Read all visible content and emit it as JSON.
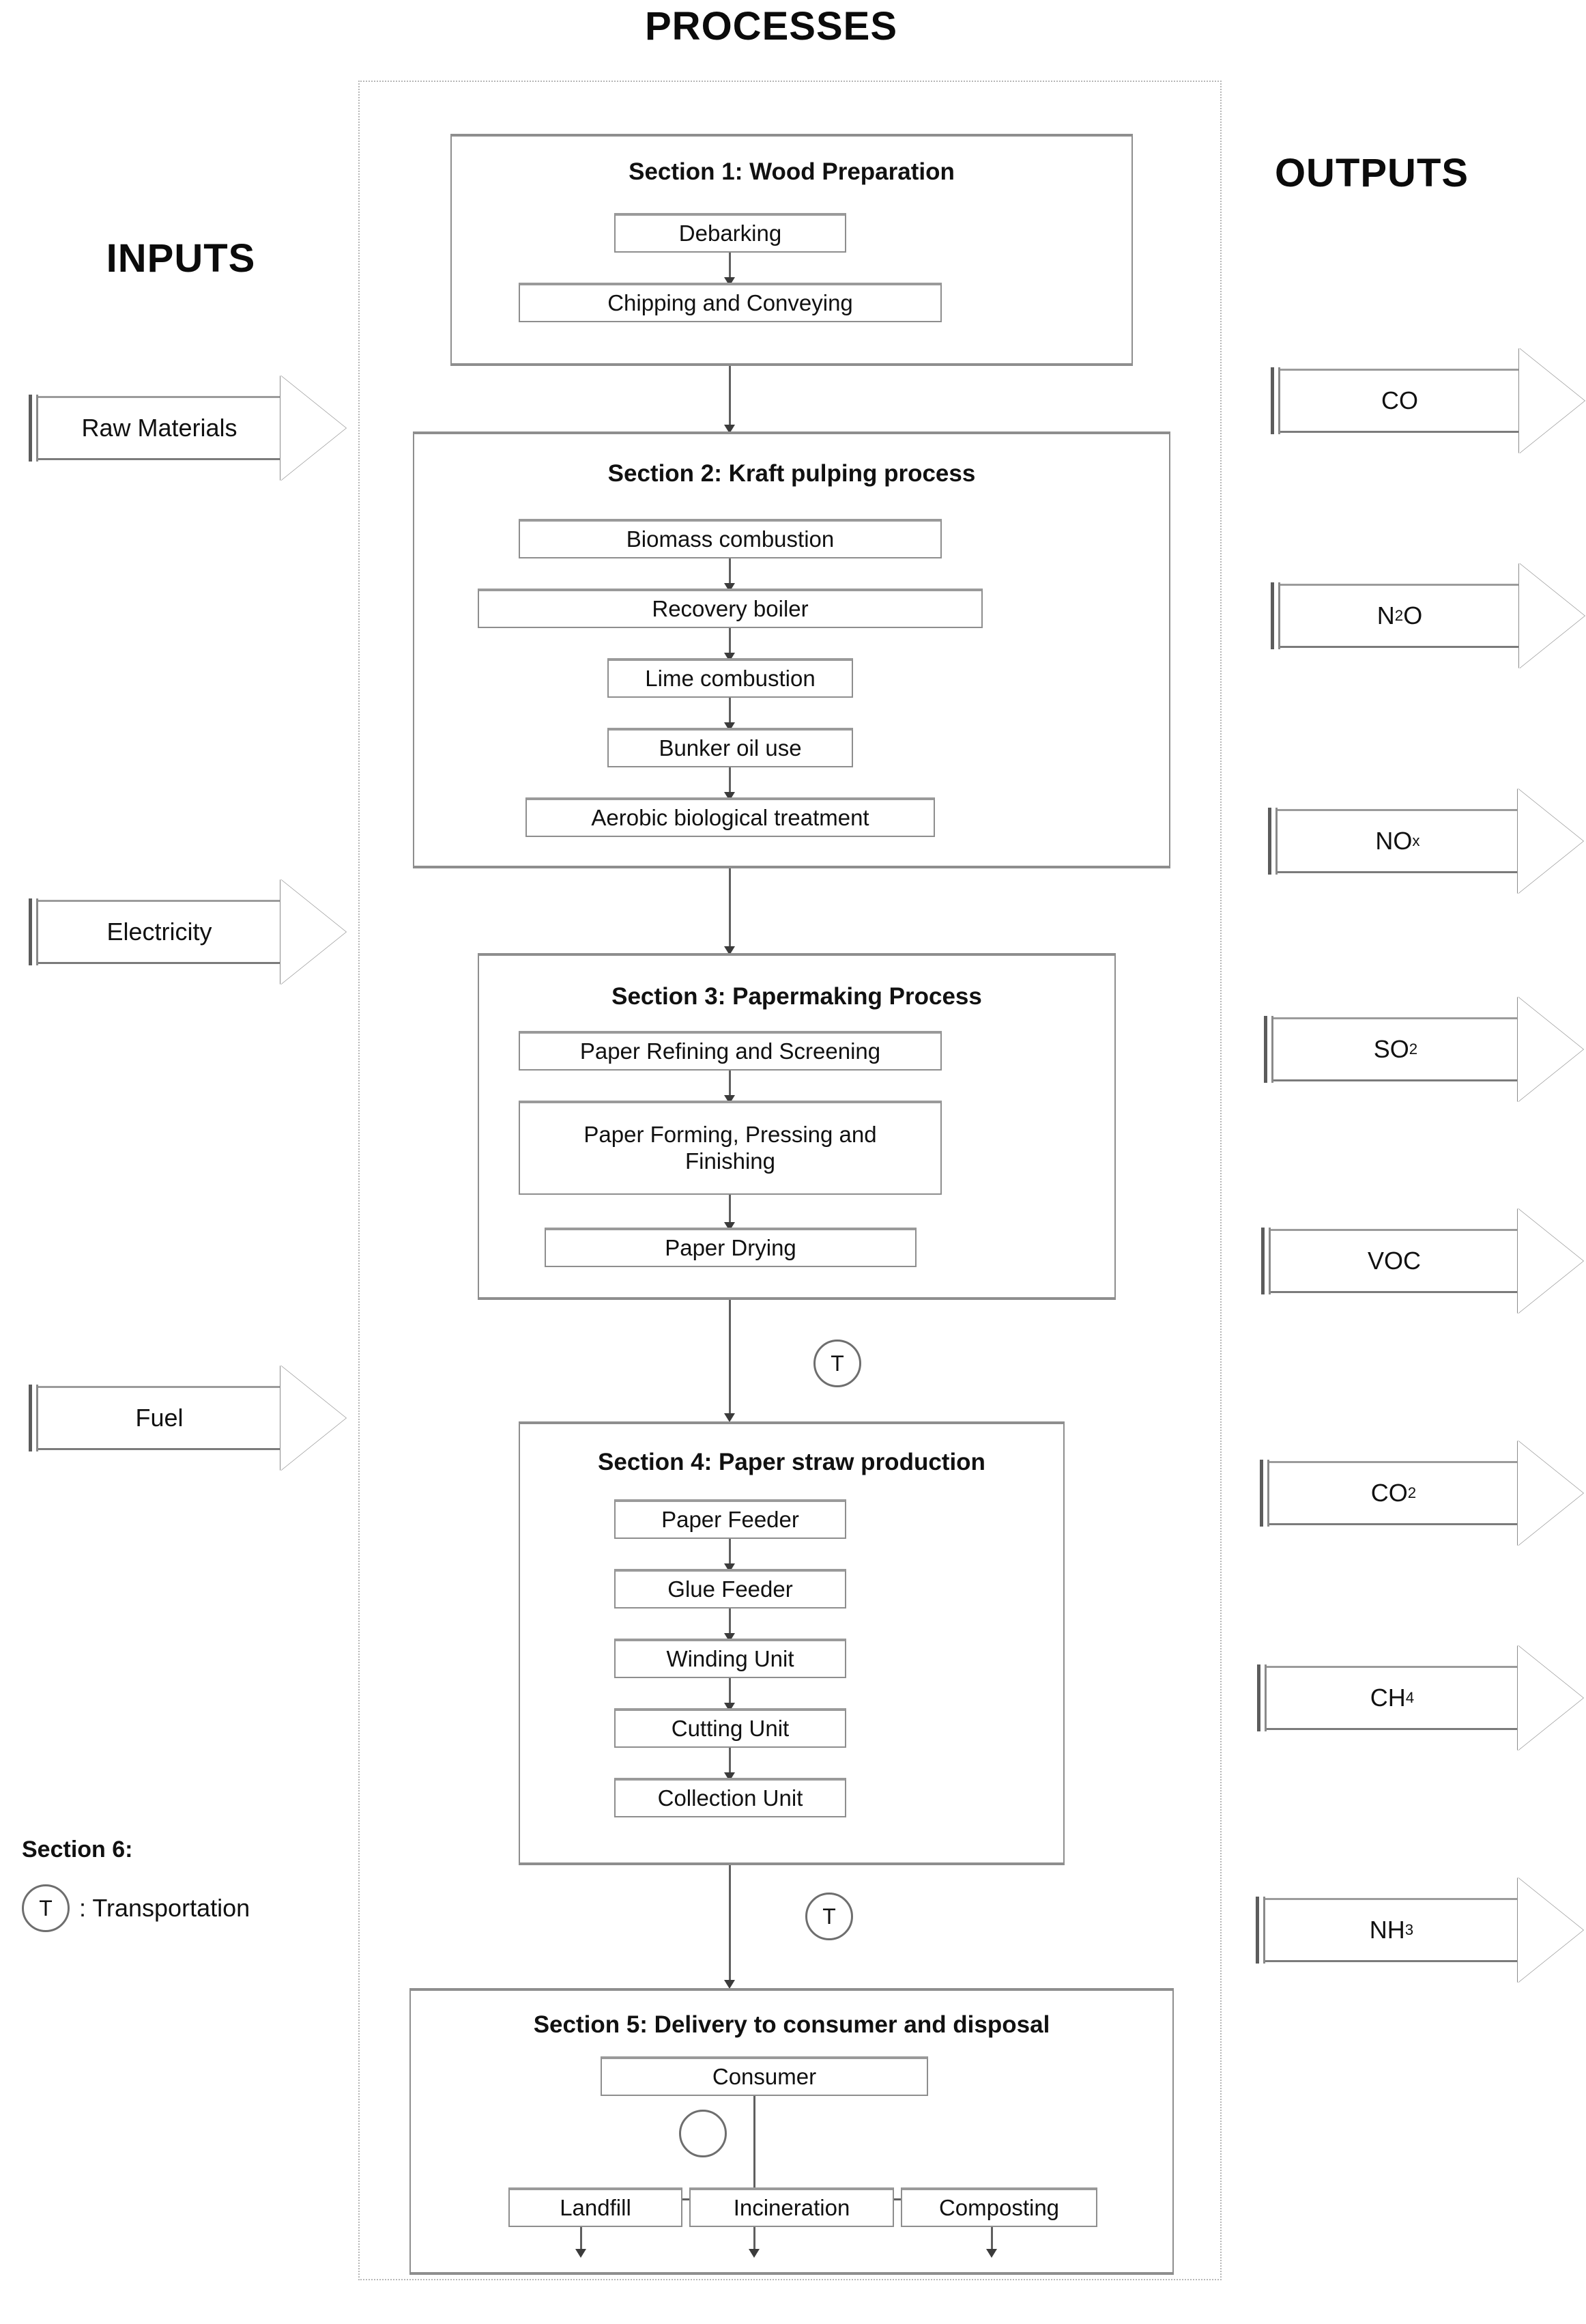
{
  "headers": {
    "inputs": "INPUTS",
    "processes": "PROCESSES",
    "outputs": "OUTPUTS"
  },
  "inputs": [
    {
      "label": "Raw Materials"
    },
    {
      "label": "Electricity"
    },
    {
      "label": "Fuel"
    }
  ],
  "outputs": [
    {
      "label": "CO",
      "sub": ""
    },
    {
      "label": "N",
      "sub": "2",
      "tail": "O"
    },
    {
      "label": "NO",
      "sub": "x"
    },
    {
      "label": "SO",
      "sub": "2"
    },
    {
      "label": "VOC",
      "sub": ""
    },
    {
      "label": "CO",
      "sub": "2"
    },
    {
      "label": "CH",
      "sub": "4"
    },
    {
      "label": "NH",
      "sub": "3"
    }
  ],
  "sections": [
    {
      "title": "Section 1: Wood Preparation",
      "steps": [
        "Debarking",
        "Chipping and Conveying"
      ]
    },
    {
      "title": "Section 2: Kraft pulping process",
      "steps": [
        "Biomass combustion",
        "Recovery boiler",
        "Lime combustion",
        "Bunker oil use",
        "Aerobic biological treatment"
      ]
    },
    {
      "title": "Section 3: Papermaking Process",
      "steps": [
        "Paper Refining and Screening",
        "Paper Forming, Pressing and Finishing",
        "Paper Drying"
      ]
    },
    {
      "title": "Section 4: Paper straw production",
      "steps": [
        "Paper Feeder",
        "Glue Feeder",
        "Winding Unit",
        "Cutting Unit",
        "Collection Unit"
      ]
    },
    {
      "title": "Section 5: Delivery to consumer and disposal",
      "steps": [
        "Consumer",
        "Landfill",
        "Incineration",
        "Composting"
      ]
    }
  ],
  "transport_markers": {
    "symbol": "T"
  },
  "legend": {
    "title": "Section 6:",
    "symbol": "T",
    "text": ": Transportation"
  },
  "colors": {
    "box_border": "#8e8e8e",
    "frame_border": "#b6b6b6",
    "connector": "#606060",
    "text": "#111111"
  }
}
